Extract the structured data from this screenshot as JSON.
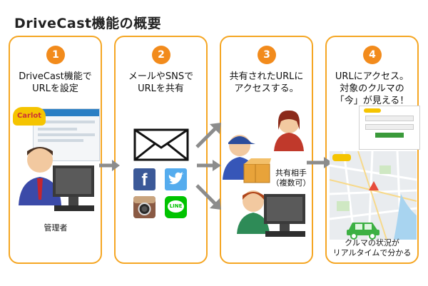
{
  "title": "DriveCast機能の概要",
  "steps": [
    {
      "number": "1",
      "text": "DriveCast機能で\nURLを設定"
    },
    {
      "number": "2",
      "text": "メールやSNSで\nURLを共有"
    },
    {
      "number": "3",
      "text": "共有されたURLに\nアクセスする。"
    },
    {
      "number": "4",
      "text": "URLにアクセス。\n対象のクルマの\n「今」が見える！"
    }
  ],
  "labels": {
    "admin": "管理者",
    "shared_partner": "共有相手\n（複数可）",
    "car_status": "クルマの状況が\nリアルタイムで分かる"
  },
  "brand": {
    "logo_text": "Carlot"
  },
  "colors": {
    "accent": "#f5a623",
    "badge": "#f28b1c",
    "arrow": "#8c8c8c"
  }
}
